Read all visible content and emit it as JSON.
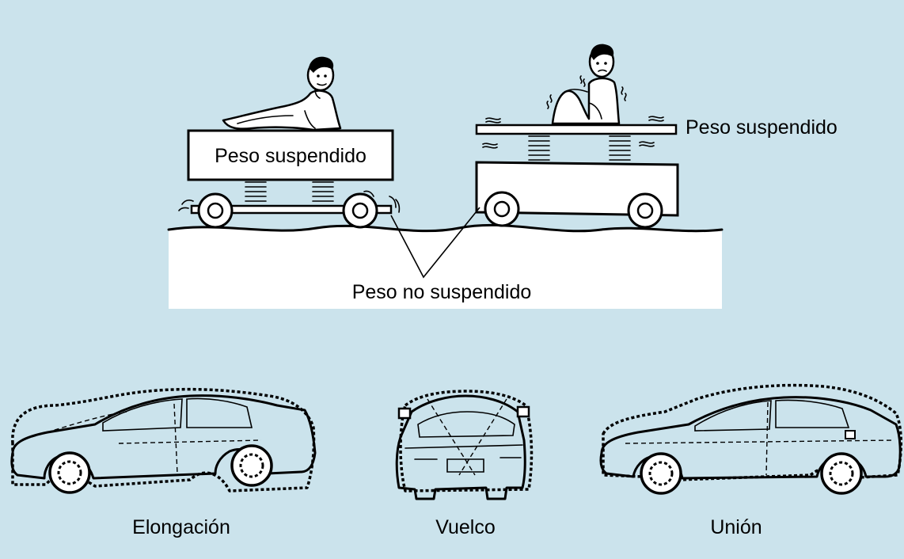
{
  "suspension_diagram": {
    "sprung_weight_label_left": "Peso suspendido",
    "sprung_weight_label_right": "Peso suspendido",
    "unsprung_weight_label": "Peso no suspendido"
  },
  "vehicle_motions": {
    "items": [
      {
        "label": "Elongación"
      },
      {
        "label": "Vuelco"
      },
      {
        "label": "Unión"
      }
    ]
  },
  "colors": {
    "background": "#cbe3ec",
    "panel": "#ffffff",
    "line": "#000000"
  }
}
